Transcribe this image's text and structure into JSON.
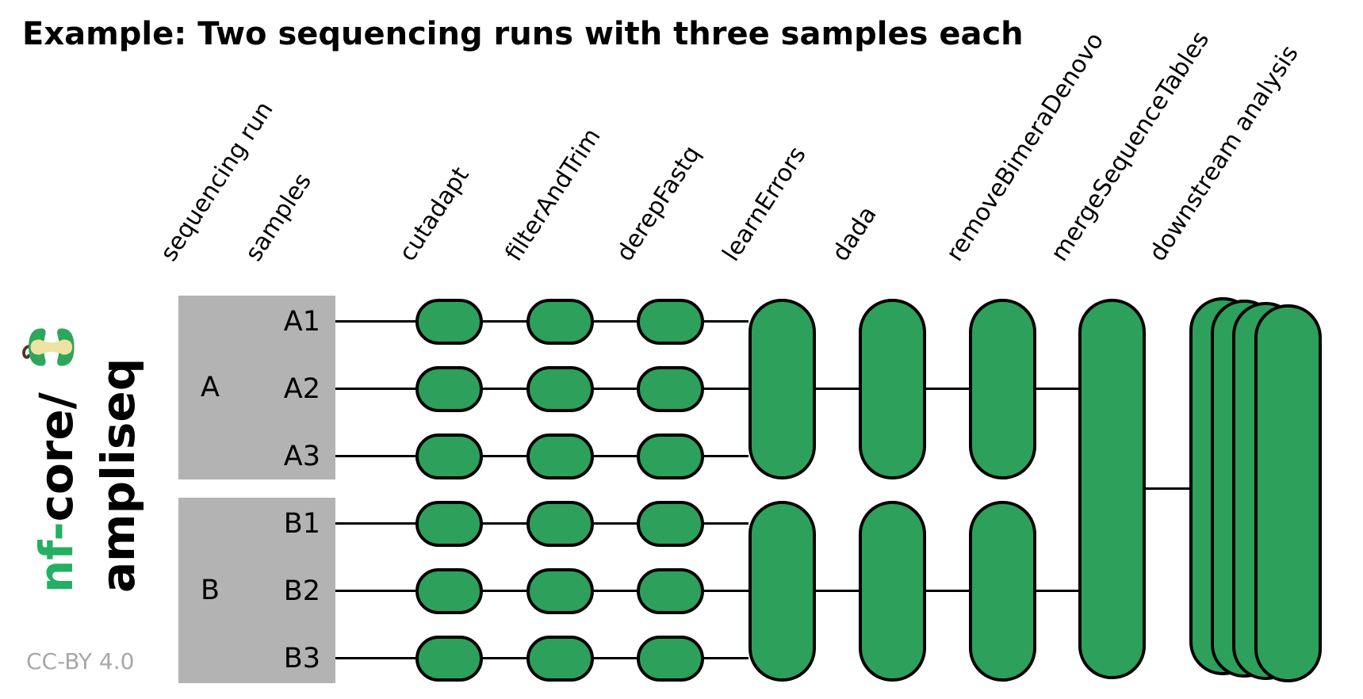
{
  "title": "Example: Two sequencing runs with three samples each",
  "license": "CC-BY 4.0",
  "logo": {
    "prefix": "nf-",
    "suffix": "core/",
    "pipeline": "ampliseq",
    "icon": "apple-core-icon"
  },
  "columns": [
    {
      "id": "sequencing-run",
      "label": "sequencing run"
    },
    {
      "id": "samples",
      "label": "samples"
    },
    {
      "id": "cutadapt",
      "label": "cutadapt"
    },
    {
      "id": "filterAndTrim",
      "label": "filterAndTrim"
    },
    {
      "id": "derepFastq",
      "label": "derepFastq"
    },
    {
      "id": "learnErrors",
      "label": "learnErrors"
    },
    {
      "id": "dada",
      "label": "dada"
    },
    {
      "id": "removeBimeraDenovo",
      "label": "removeBimeraDenovo"
    },
    {
      "id": "mergeSequenceTables",
      "label": "mergeSequenceTables"
    },
    {
      "id": "downstream-analysis",
      "label": "downstream analysis"
    }
  ],
  "diagram": {
    "runs": [
      {
        "label": "A",
        "samples": [
          "A1",
          "A2",
          "A3"
        ]
      },
      {
        "label": "B",
        "samples": [
          "B1",
          "B2",
          "B3"
        ]
      }
    ],
    "per_sample_steps": [
      "cutadapt",
      "filterAndTrim",
      "derepFastq"
    ],
    "per_run_steps": [
      "learnErrors",
      "dada",
      "removeBimeraDenovo"
    ],
    "merge_step": "mergeSequenceTables",
    "final_step": "downstream analysis",
    "final_step_stack_count": 4
  },
  "colors": {
    "pill_green": "#2da05c",
    "box_gray": "#b3b3b3",
    "brand_green": "#23b062",
    "apple_core_cream": "#eee3a2",
    "stem_brown": "#4f3626",
    "license_gray": "#a8a8a8",
    "outline_black": "#000000"
  }
}
